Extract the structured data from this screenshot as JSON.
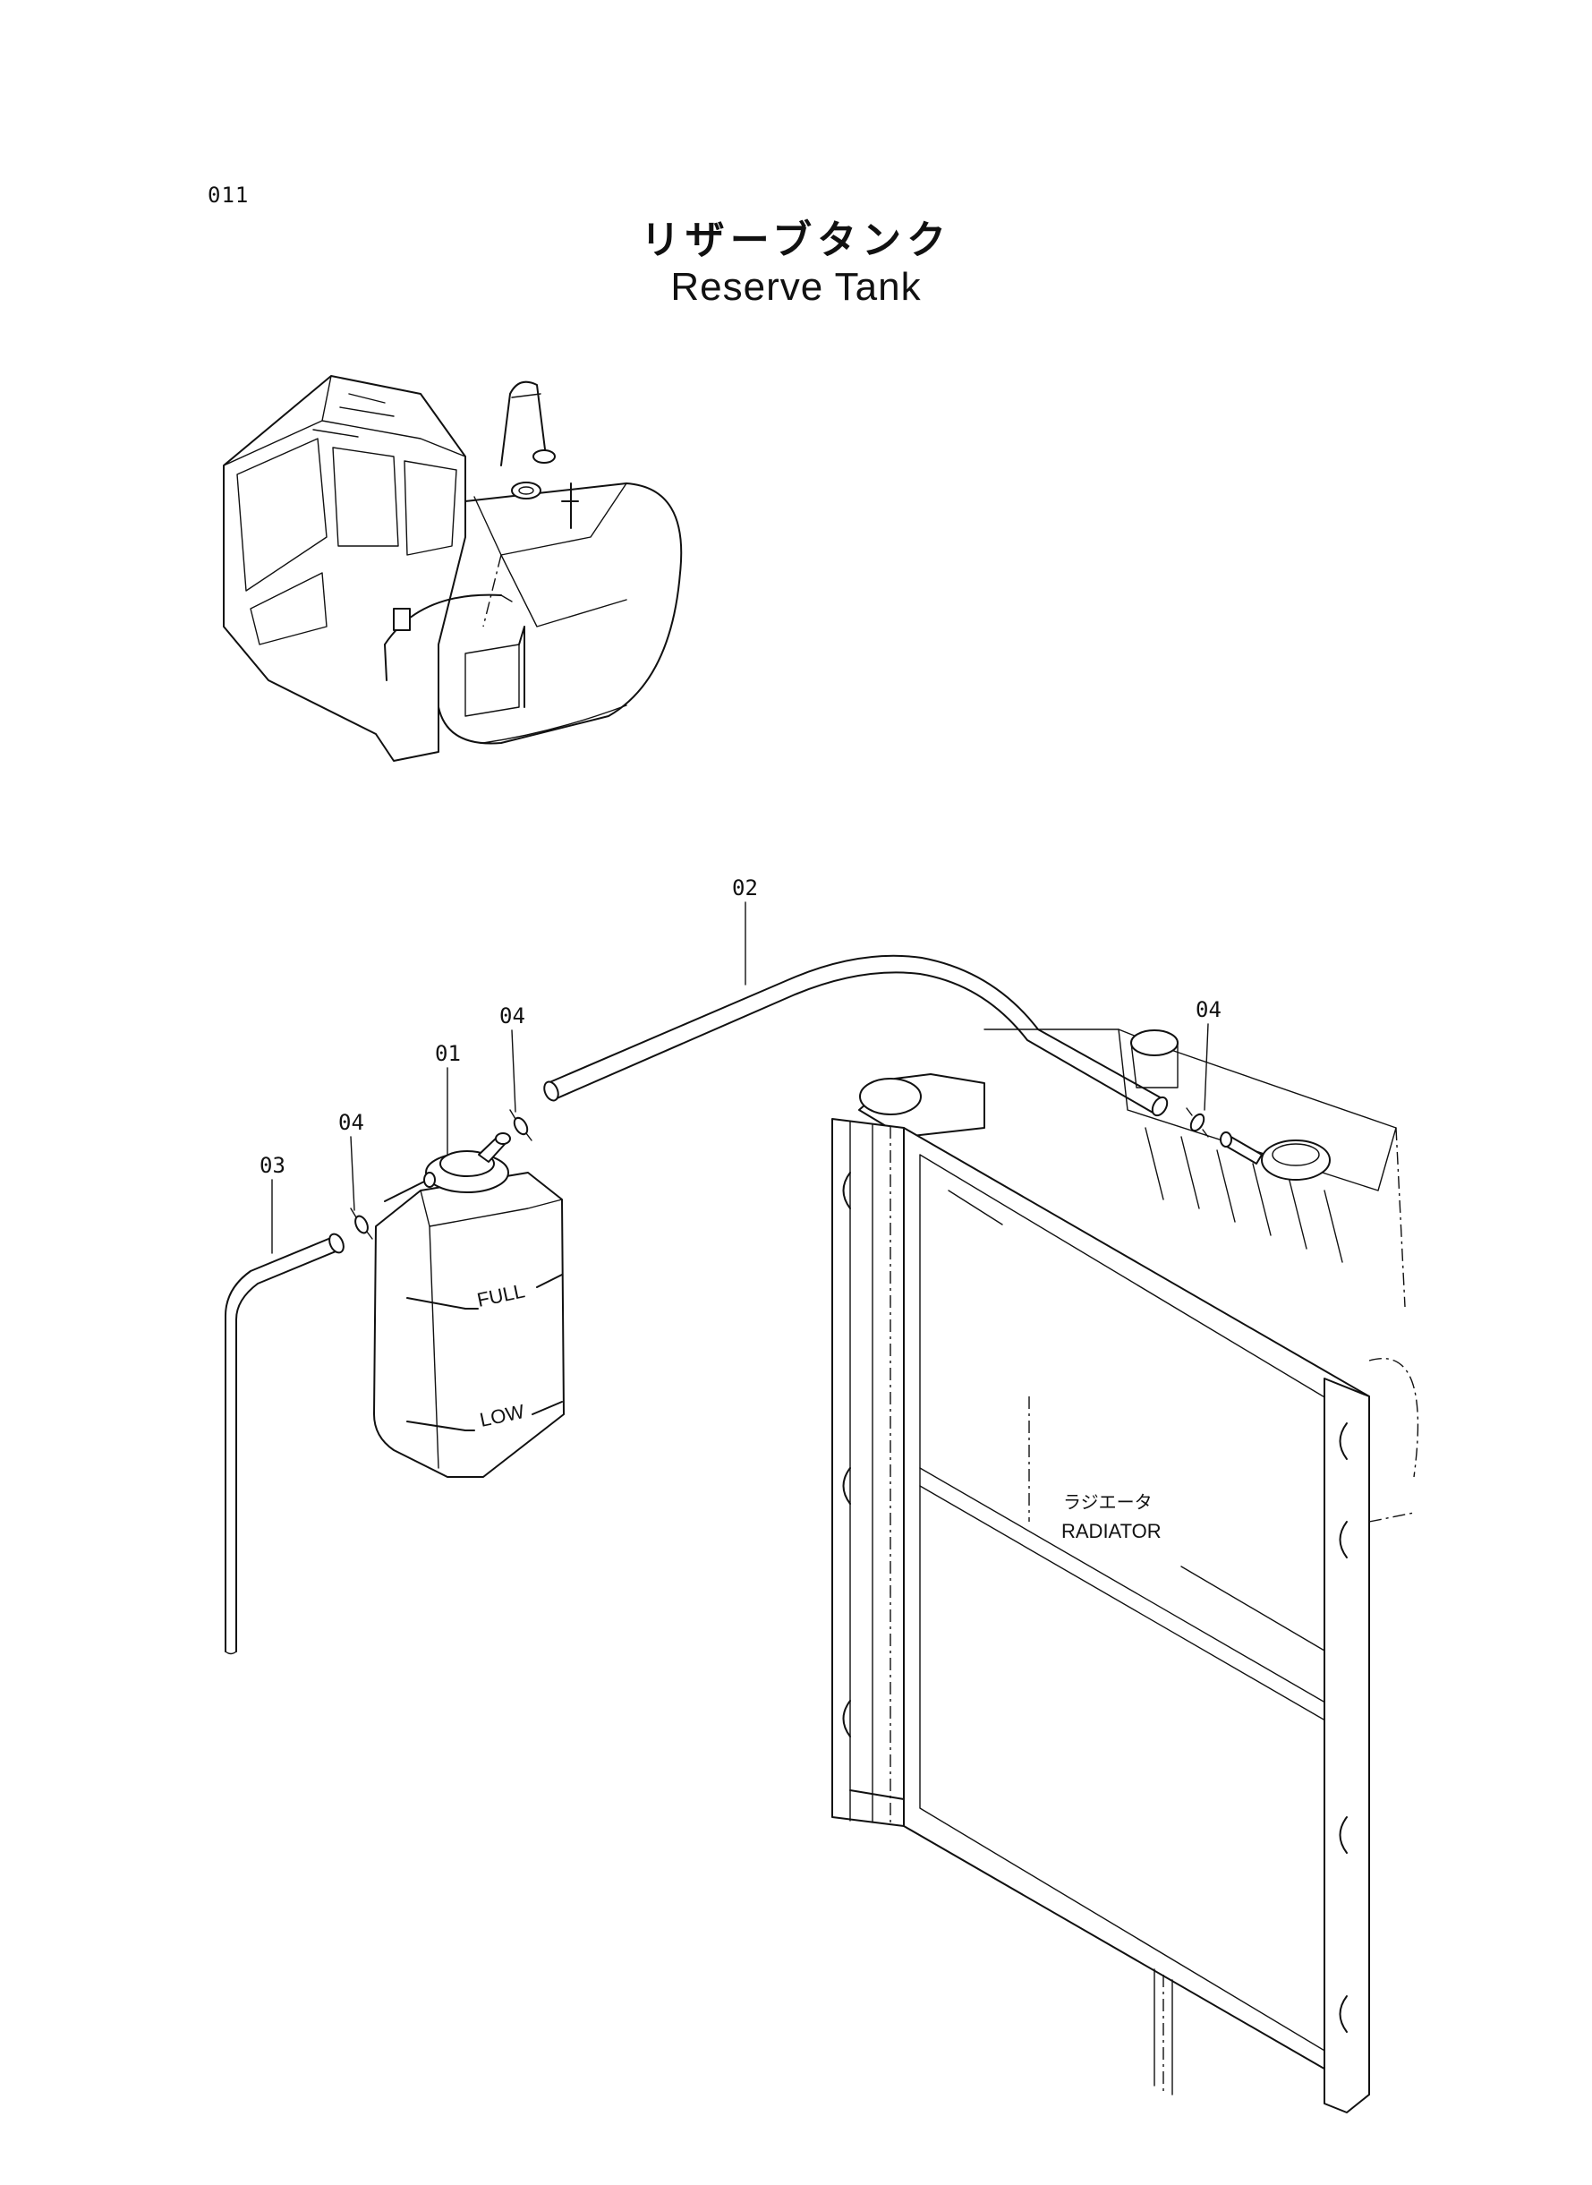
{
  "page_number": "011",
  "title_jp": "リザーブタンク",
  "title_en": "Reserve Tank",
  "callouts": {
    "c01": "01",
    "c02": "02",
    "c03": "03",
    "c04_left": "04",
    "c04_mid": "04",
    "c04_right": "04"
  },
  "tank_marks": {
    "full": "FULL",
    "low": "LOW"
  },
  "radiator_label": {
    "jp": "ラジエータ",
    "en": "RADIATOR"
  }
}
